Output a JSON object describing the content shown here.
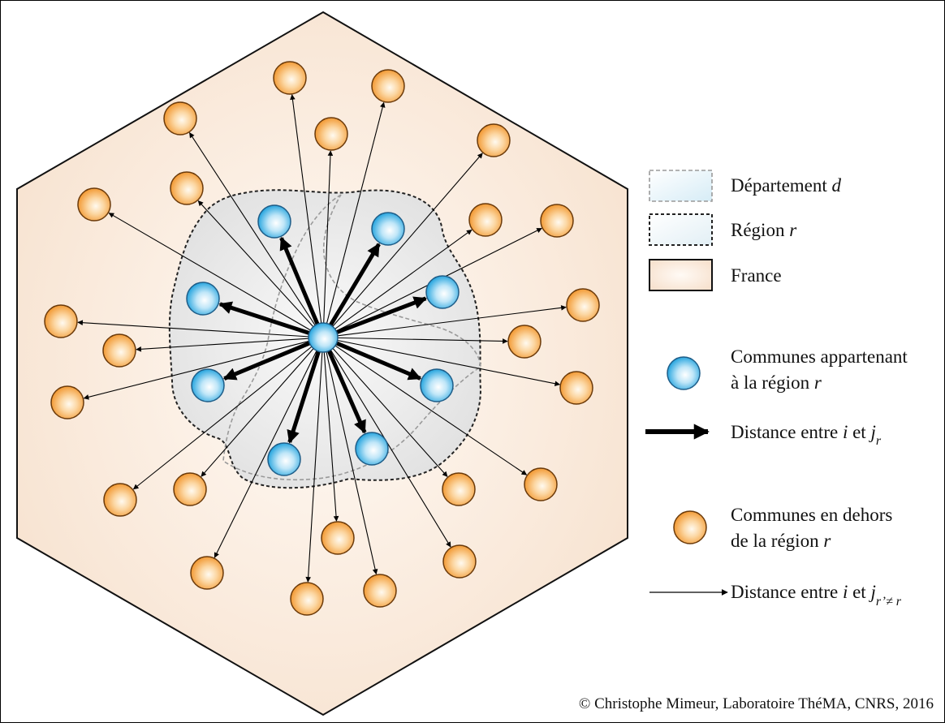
{
  "legend": {
    "departement": {
      "label": "Département",
      "var": "d"
    },
    "region": {
      "label": "Région",
      "var": "r"
    },
    "france": {
      "label": "France"
    },
    "communes_in": {
      "line1": "Communes appartenant",
      "line2_prefix": "à la région",
      "line2_var": "r"
    },
    "distance_in": {
      "label": "Distance entre",
      "i": "i",
      "et": "et",
      "j": "j",
      "sub": "r"
    },
    "communes_out": {
      "line1": "Communes en dehors",
      "line2_prefix": "de la région",
      "line2_var": "r"
    },
    "distance_out": {
      "label": "Distance entre",
      "i": "i",
      "et": "et",
      "j": "j",
      "sub": "r’≠ r"
    }
  },
  "credit": "© Christophe Mimeur, Laboratoire ThéMA, CNRS, 2016",
  "colors": {
    "france_fill": "#faeadb",
    "region_fill": "#ececec",
    "commune_in": "#3db4e6",
    "commune_out": "#f5a54a",
    "arrow": "#000000"
  }
}
